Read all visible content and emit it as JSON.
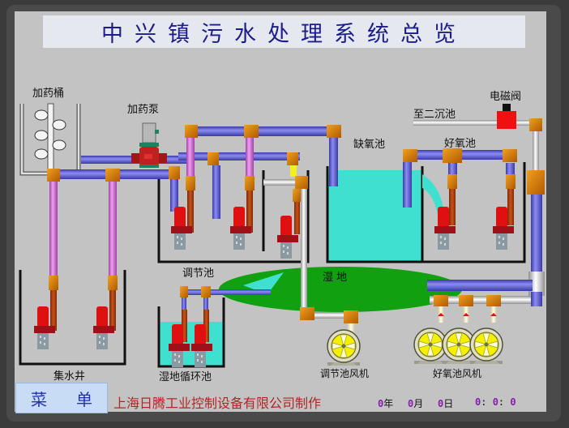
{
  "header": {
    "title": "中兴镇污水处理系统总览"
  },
  "labels": {
    "dosing_tank": "加药桶",
    "dosing_pump": "加药泵",
    "solenoid_valve": "电磁阀",
    "to_secondary_clarifier": "至二沉池",
    "anoxic_tank": "缺氧池",
    "aerobic_tank": "好氧池",
    "equalization_tank": "调节池",
    "wetland": "湿  地",
    "wetland_circulation_tank": "湿地循环池",
    "equalization_blower": "调节池风机",
    "aerobic_blower": "好氧池风机",
    "collection_well": "集水井"
  },
  "footer": {
    "menu_label_1": "菜",
    "menu_label_2": "单",
    "company": "上海日腾工业控制设备有限公司制作",
    "date": {
      "year": "0",
      "year_unit": "年",
      "month": "0",
      "month_unit": "月",
      "day": "0",
      "day_unit": "日"
    },
    "time": {
      "h": "0",
      "m": "0",
      "s": "0"
    }
  },
  "colors": {
    "pipe_blue": "#5a5ad2",
    "pipe_pink": "#d070d8",
    "pipe_orange": "#e08a10",
    "pipe_rust": "#b04010",
    "pipe_gray": "#d8d8d8",
    "pump_red": "#e01010",
    "water": "#40e0d0",
    "wetland": "#10a010"
  }
}
